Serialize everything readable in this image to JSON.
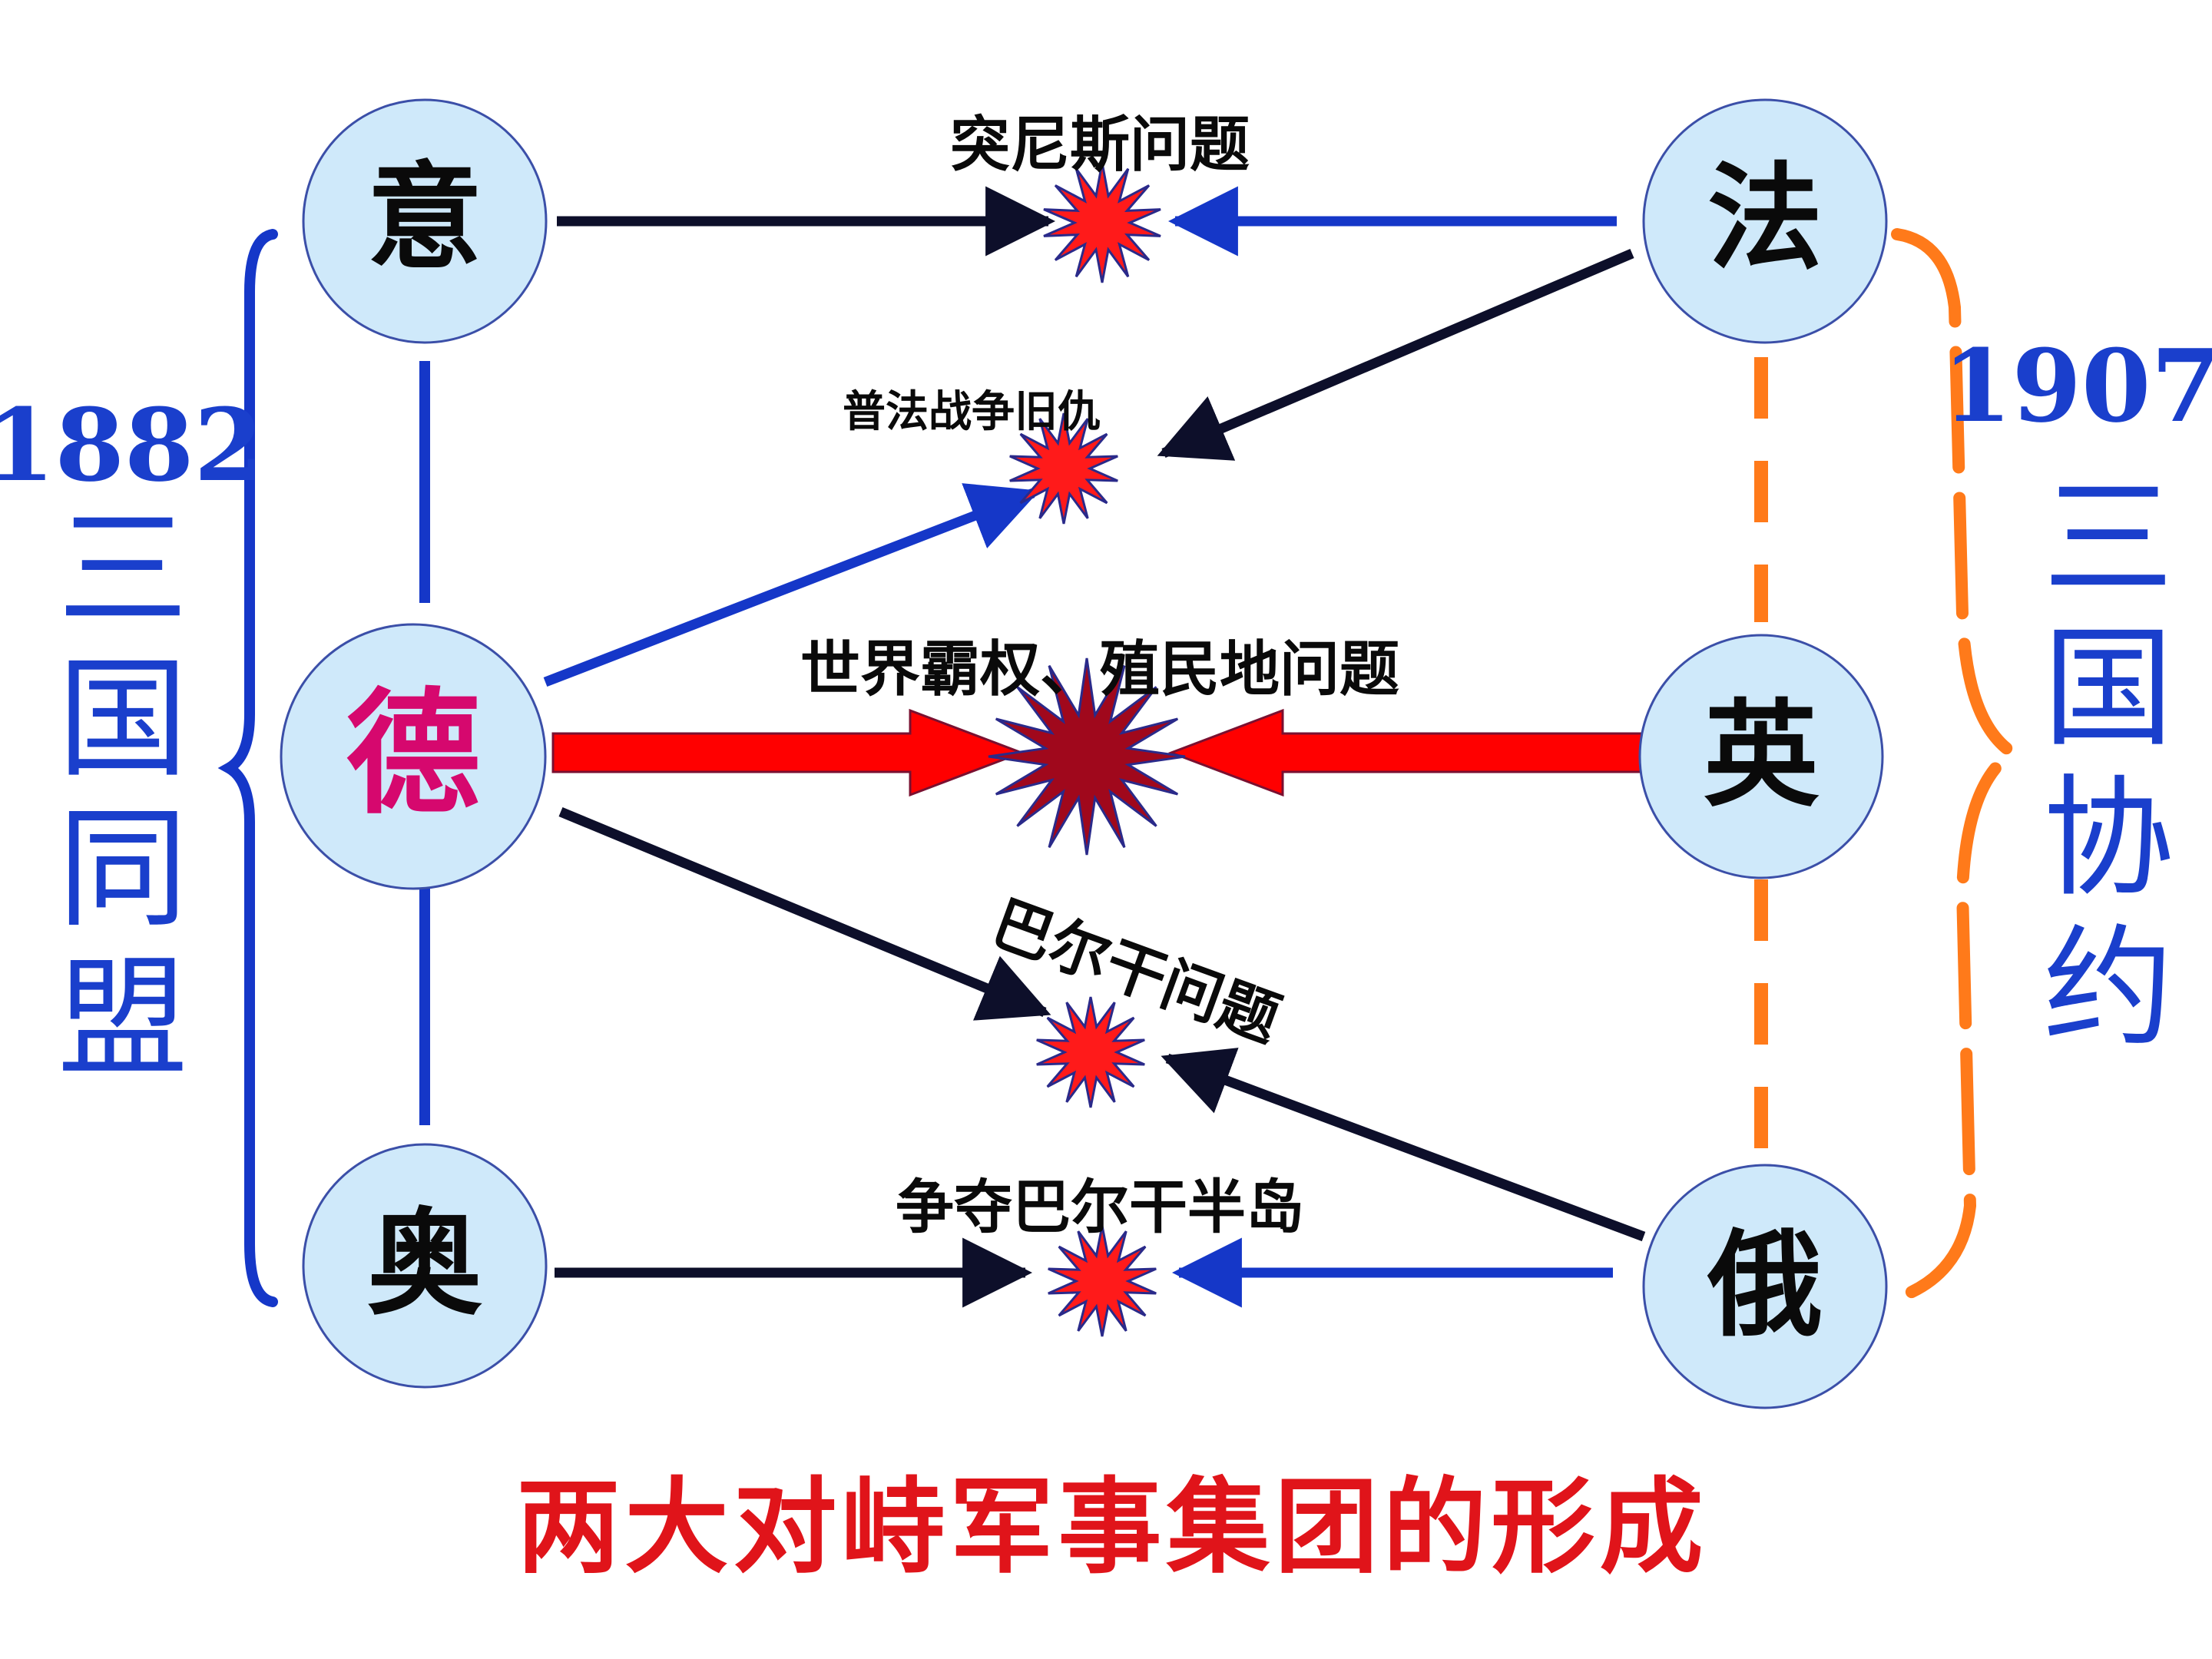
{
  "nodes": {
    "yi": "意",
    "de": "德",
    "ao": "奥",
    "fa": "法",
    "ying": "英",
    "e": "俄"
  },
  "alliance_left": {
    "year": "1882",
    "name": "三国同盟",
    "color": "#1a3fcc"
  },
  "alliance_right": {
    "year": "1907",
    "name": "三国协约",
    "color": "#1a3fcc"
  },
  "issues": {
    "tunis": "突尼斯问题",
    "franco_prussian": "普法战争旧仇",
    "hegemony": "世界霸权、殖民地问题",
    "balkan": "巴尔干问题",
    "balkan_peninsula": "争夺巴尔干半岛"
  },
  "title": "两大对峙军事集团的形成",
  "colors": {
    "node_fill": "#cfe9fa",
    "node_stroke": "#3b4fa8",
    "blue_line": "#1537c8",
    "black_arrow": "#0d0f2a",
    "orange": "#ff7a1a",
    "red_arrow": "#ff0000",
    "burst_red": "#ff1a1a",
    "burst_dark": "#a0081c",
    "de_text": "#d6086e",
    "title_red": "#e0141a"
  }
}
